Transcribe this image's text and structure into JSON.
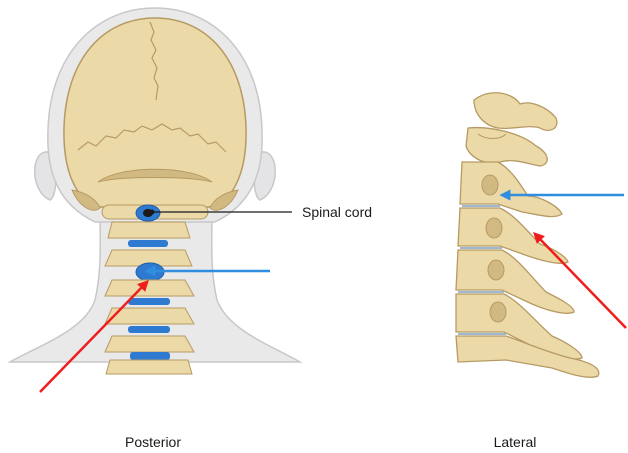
{
  "labels": {
    "spinal_cord": "Spinal cord",
    "posterior": "Posterior",
    "lateral": "Lateral"
  },
  "colors": {
    "bone": "#ecd9a8",
    "bone_shadow": "#d2b982",
    "bone_outline": "#b69a63",
    "disc": "#2f7ad1",
    "skin": "#e9e9ea",
    "skin_outline": "#c8c8ca",
    "blue_arrow": "#2f8ee0",
    "red_arrow": "#f01d1d",
    "leader_line": "#1a1a1a"
  }
}
